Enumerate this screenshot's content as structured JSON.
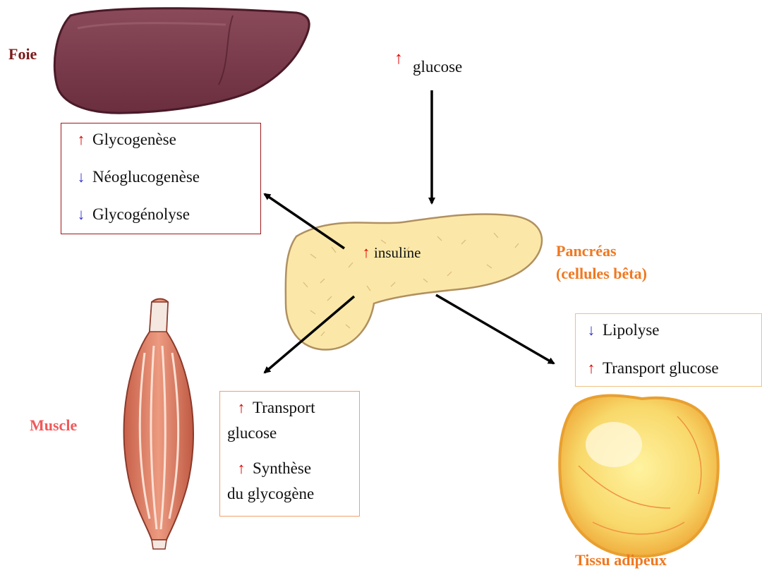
{
  "labels": {
    "foie": "Foie",
    "glucose": "glucose",
    "insuline": "insuline",
    "pancreas_line1": "Pancréas",
    "pancreas_line2": "(cellules bêta)",
    "muscle": "Muscle",
    "tissu": "Tissu adipeux"
  },
  "arrow_glyphs": {
    "up": "↑",
    "down": "↓"
  },
  "liver_box": {
    "items": [
      {
        "direction": "up",
        "text": "Glycogenèse"
      },
      {
        "direction": "down",
        "text": "Néoglucogenèse"
      },
      {
        "direction": "down",
        "text": "Glycogénolyse"
      }
    ]
  },
  "muscle_box": {
    "items": [
      {
        "direction": "up",
        "line1": "Transport",
        "line2": "glucose"
      },
      {
        "direction": "up",
        "line1": "Synthèse",
        "line2": "du glycogène"
      }
    ]
  },
  "adipose_box": {
    "items": [
      {
        "direction": "down",
        "text": "Lipolyse"
      },
      {
        "direction": "up",
        "text": "Transport glucose"
      }
    ]
  },
  "colors": {
    "foie_label": "#7b1a1a",
    "pancreas_label": "#f07820",
    "muscle_label": "#f05a5a",
    "tissu_label": "#f07820",
    "liver_box_border": "#a01818",
    "muscle_box_border": "#f0a070",
    "adipose_box_border": "#f0c080",
    "up_arrow": "#e00000",
    "down_arrow": "#3333cc"
  }
}
